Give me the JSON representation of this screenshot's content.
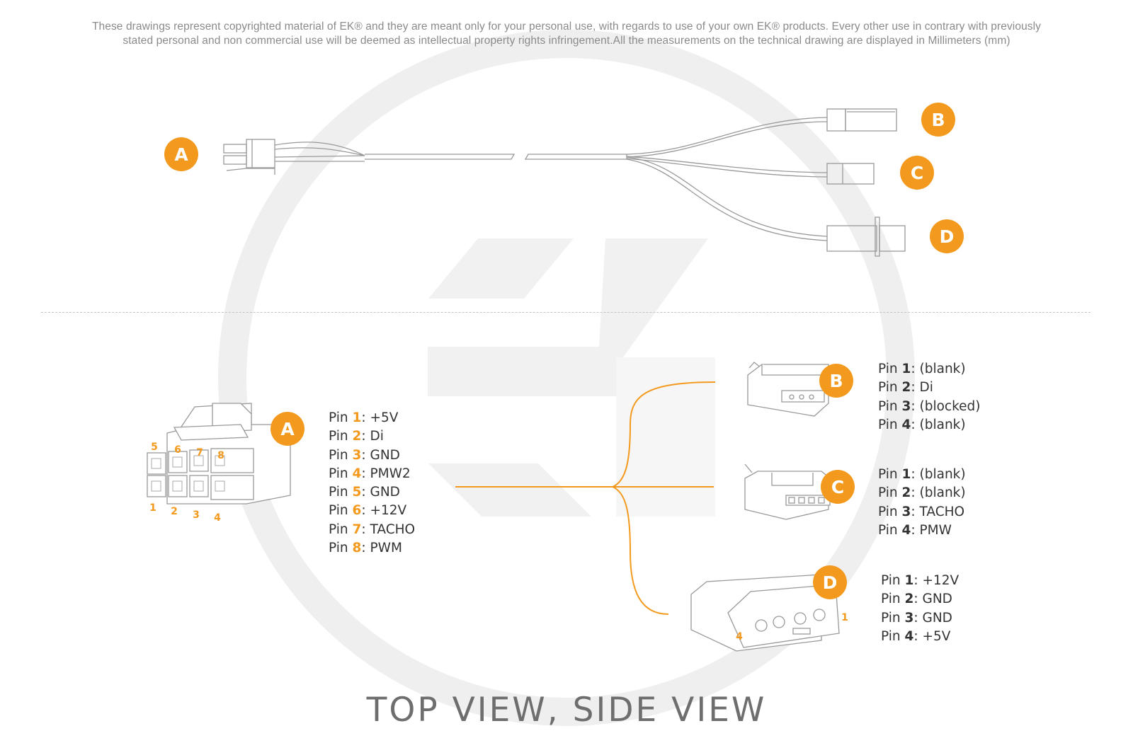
{
  "disclaimer": {
    "line1": "These drawings represent copyrighted material of EK® and they are meant only for your personal use, with regards to use of  your own EK® products. Every other use in contrary with previously",
    "line2": "stated personal and non commercial use will be deemed as intellectual property rights infringement.All the measurements on the technical drawing are displayed in Millimeters (mm)"
  },
  "title": "TOP VIEW, SIDE VIEW",
  "colors": {
    "accent": "#f39a1e",
    "line": "#999999",
    "watermark": "#eeeeee"
  },
  "badges": {
    "a": "A",
    "b": "B",
    "c": "C",
    "d": "D"
  },
  "pin_word": "Pin",
  "connector_a": {
    "pin_numbers": [
      "1",
      "2",
      "3",
      "4",
      "5",
      "6",
      "7",
      "8"
    ],
    "pins": [
      {
        "num": "1",
        "signal": ": +5V"
      },
      {
        "num": "2",
        "signal": ": Di"
      },
      {
        "num": "3",
        "signal": ": GND"
      },
      {
        "num": "4",
        "signal": ": PMW2"
      },
      {
        "num": "5",
        "signal": ": GND"
      },
      {
        "num": "6",
        "signal": ": +12V"
      },
      {
        "num": "7",
        "signal": ": TACHO"
      },
      {
        "num": "8",
        "signal": ": PWM"
      }
    ]
  },
  "connector_b": {
    "pins": [
      {
        "num": "1",
        "signal": ": (blank)"
      },
      {
        "num": "2",
        "signal": ": Di"
      },
      {
        "num": "3",
        "signal": ": (blocked)"
      },
      {
        "num": "4",
        "signal": ": (blank)"
      }
    ]
  },
  "connector_c": {
    "pins": [
      {
        "num": "1",
        "signal": ": (blank)"
      },
      {
        "num": "2",
        "signal": ": (blank)"
      },
      {
        "num": "3",
        "signal": ": TACHO"
      },
      {
        "num": "4",
        "signal": ": PMW"
      }
    ]
  },
  "connector_d": {
    "end_labels": [
      "1",
      "4"
    ],
    "pins": [
      {
        "num": "1",
        "signal": ": +12V"
      },
      {
        "num": "2",
        "signal": ": GND"
      },
      {
        "num": "3",
        "signal": ": GND"
      },
      {
        "num": "4",
        "signal": ": +5V"
      }
    ]
  }
}
